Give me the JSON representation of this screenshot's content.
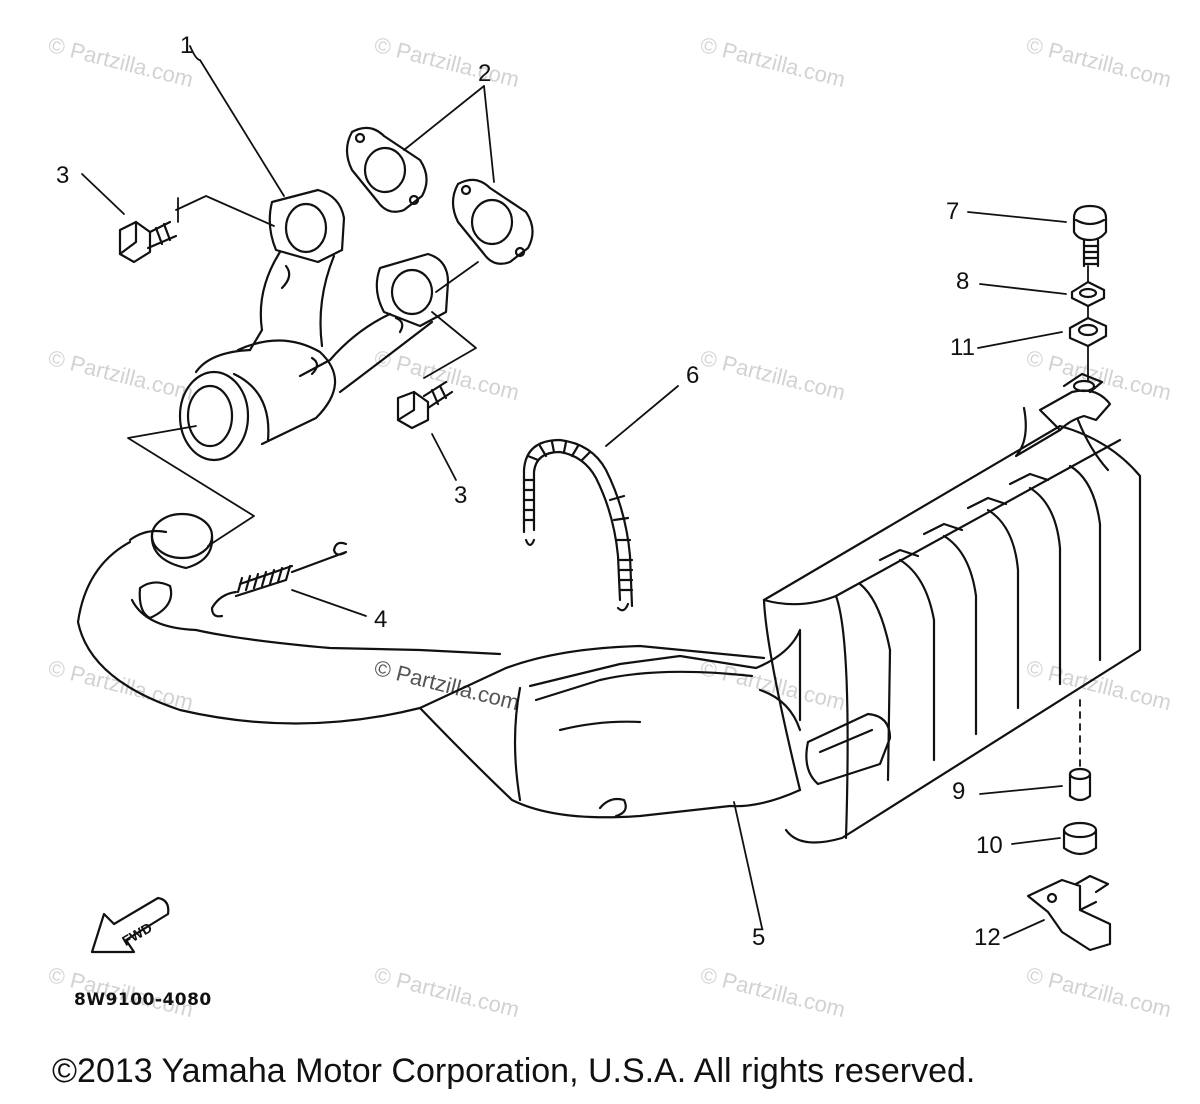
{
  "watermark": "© Partzilla.com",
  "callouts": {
    "c1": "1",
    "c2": "2",
    "c3a": "3",
    "c3b": "3",
    "c4": "4",
    "c5": "5",
    "c6": "6",
    "c7": "7",
    "c8": "8",
    "c9": "9",
    "c10": "10",
    "c11": "11",
    "c12": "12"
  },
  "fwd_label": "FWD",
  "part_code": "8W9100-4080",
  "copyright": "©2013 Yamaha Motor Corporation, U.S.A. All rights reserved."
}
